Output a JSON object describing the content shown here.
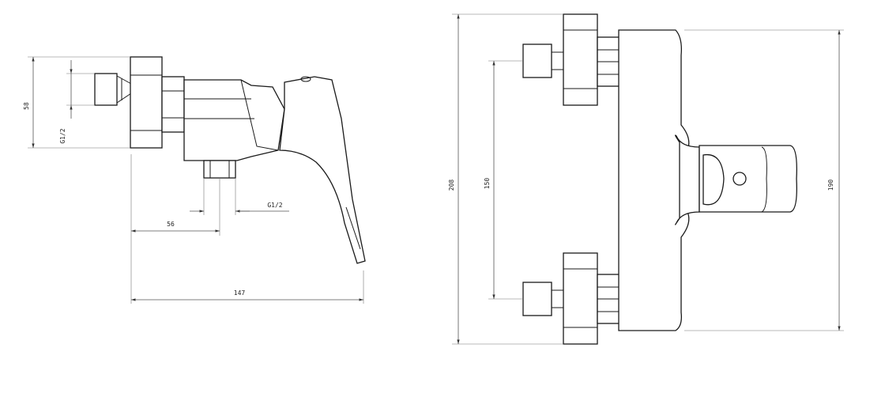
{
  "side_view": {
    "labels": {
      "height_total": "58",
      "inlet_thread": "G1/2",
      "outlet_thread": "G1/2",
      "outlet_offset": "56",
      "depth_total": "147"
    }
  },
  "front_view": {
    "labels": {
      "height_total": "208",
      "inlet_spacing": "150",
      "body_height": "190"
    }
  },
  "colors": {
    "line": "#1a1a1a",
    "dimension": "#555555",
    "background": "#ffffff"
  }
}
